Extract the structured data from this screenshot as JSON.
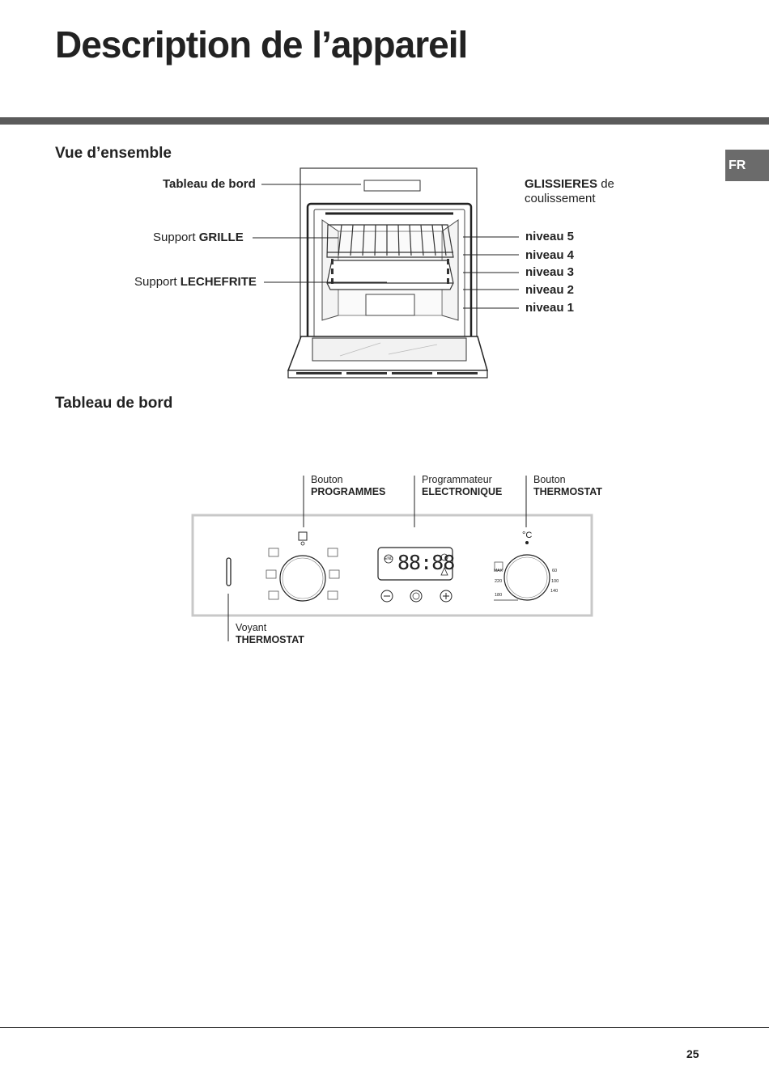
{
  "page": {
    "title": "Description de l’appareil",
    "language_badge": "FR",
    "page_number": "25"
  },
  "overview": {
    "heading": "Vue d’ensemble",
    "tableau_label": "Tableau de bord",
    "support_grille": {
      "prefix": "Support ",
      "bold": "GRILLE"
    },
    "support_lechefrite": {
      "prefix": "Support ",
      "bold": "LECHEFRITE"
    },
    "glissieres": {
      "bold": "GLISSIERES",
      "suffix": " de",
      "line2": "coulissement"
    },
    "levels": [
      "niveau 5",
      "niveau 4",
      "niveau 3",
      "niveau 2",
      "niveau 1"
    ]
  },
  "control_panel": {
    "heading": "Tableau de bord",
    "programmes": {
      "line1": "Bouton",
      "line2": "PROGRAMMES"
    },
    "programmateur": {
      "line1": "Programmateur",
      "line2": "ELECTRONIQUE"
    },
    "thermostat": {
      "line1": "Bouton",
      "line2": "THERMOSTAT"
    },
    "voyant": {
      "line1": "Voyant",
      "line2": "THERMOSTAT"
    },
    "display_digits": "88:88",
    "display_end": "END",
    "celsius_symbol": "°C",
    "thermostat_marks": [
      "MAX",
      "220",
      "180",
      "60",
      "100",
      "140"
    ]
  },
  "colors": {
    "rule": "#5b5b5b",
    "badge": "#6b6b6b",
    "panel_border": "#c8c8c8"
  }
}
